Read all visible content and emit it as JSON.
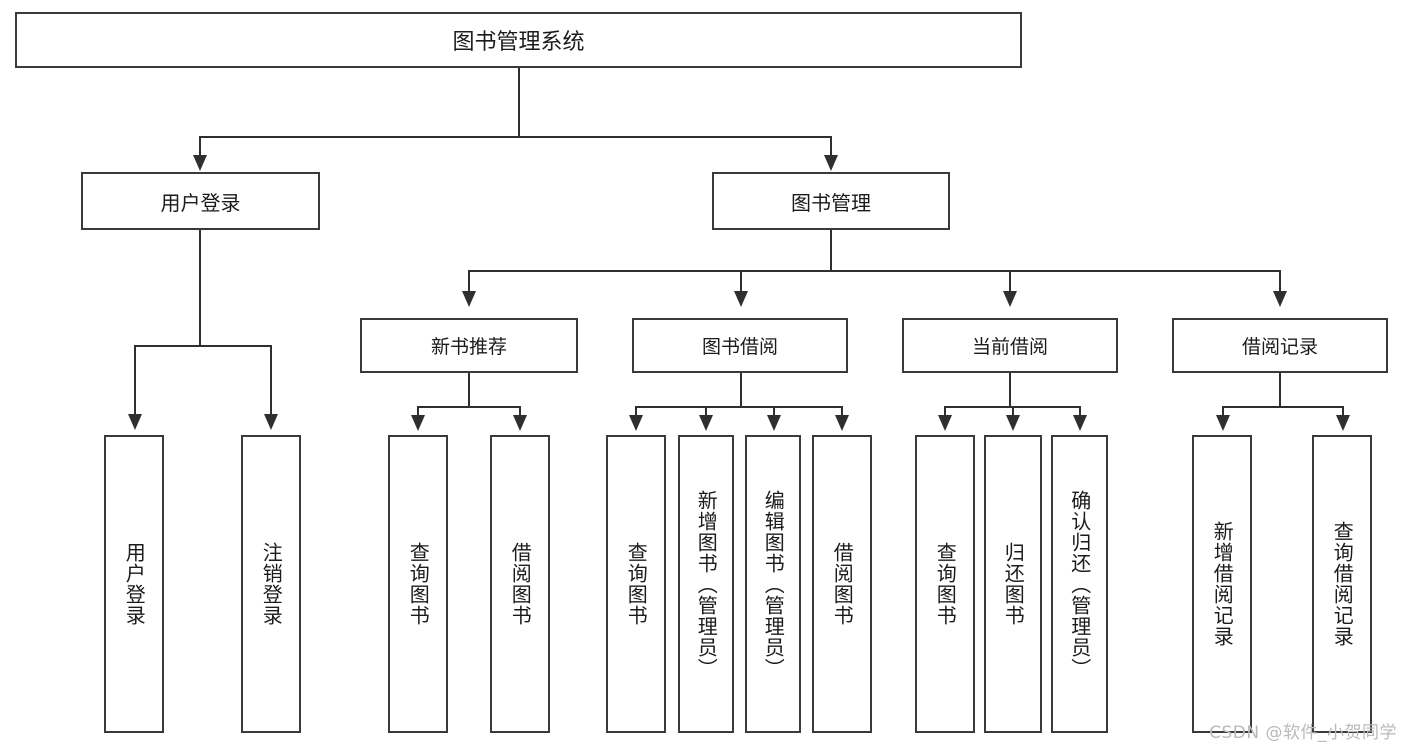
{
  "diagram": {
    "type": "tree",
    "title": "图书管理系统",
    "watermark": "CSDN @软件_小贺同学",
    "root": {
      "label": "图书管理系统"
    },
    "level2": [
      {
        "label": "用户登录"
      },
      {
        "label": "图书管理"
      }
    ],
    "level3": [
      {
        "label": "新书推荐"
      },
      {
        "label": "图书借阅"
      },
      {
        "label": "当前借阅"
      },
      {
        "label": "借阅记录"
      }
    ],
    "leaves": {
      "user_login": [
        {
          "label": "用户登录"
        },
        {
          "label": "注销登录"
        }
      ],
      "new_book_recommend": [
        {
          "label": "查询图书"
        },
        {
          "label": "借阅图书"
        }
      ],
      "book_borrow": [
        {
          "label": "查询图书"
        },
        {
          "label": "新增图书（管理员）"
        },
        {
          "label": "编辑图书（管理员）"
        },
        {
          "label": "借阅图书"
        }
      ],
      "current_borrow": [
        {
          "label": "查询图书"
        },
        {
          "label": "归还图书"
        },
        {
          "label": "确认归还（管理员）"
        }
      ],
      "borrow_record": [
        {
          "label": "新增借阅记录"
        },
        {
          "label": "查询借阅记录"
        }
      ]
    },
    "colors": {
      "box_border": "#3a3a3a",
      "connector": "#2f2f2f",
      "background": "#ffffff",
      "text": "#1b1b1b",
      "watermark": "#b9b9b9"
    }
  }
}
